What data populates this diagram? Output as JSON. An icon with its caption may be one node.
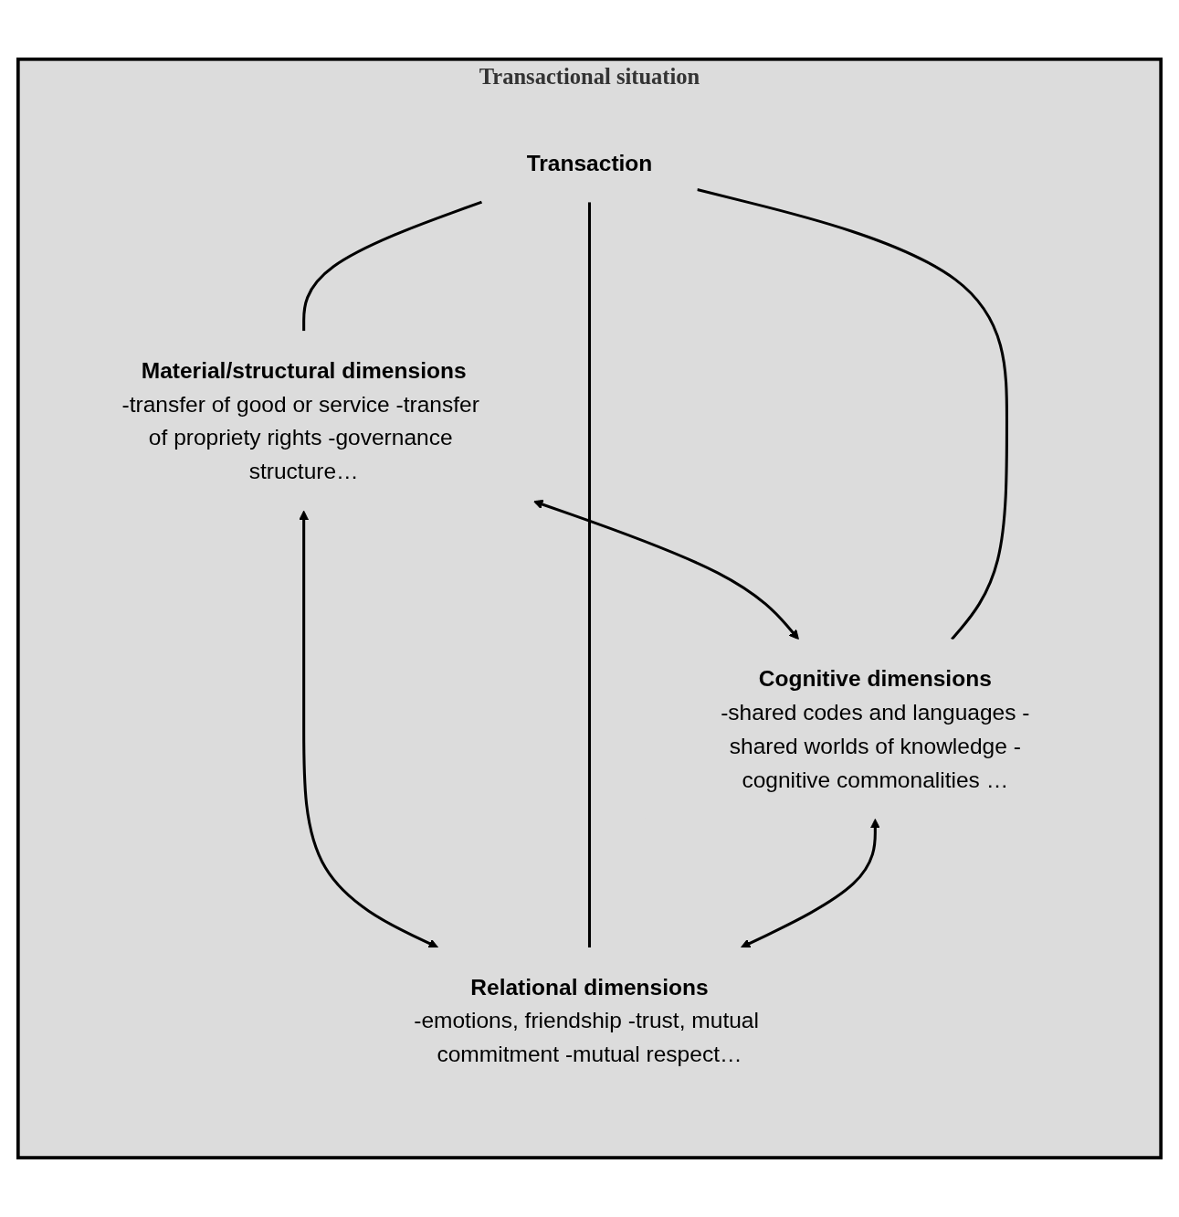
{
  "diagram": {
    "nodes": [
      {
        "text": [
          "Transactional situation"
        ]
      },
      {
        "text": [
          "Material/structural dimensions",
          "-transfer of good or service -transfer of propriety rights -governance structure…"
        ],
        "in": 0
      },
      {
        "text": [
          "Transaction"
        ],
        "in": 0
      },
      {
        "text": [
          "Cognitive dimensions",
          "-shared codes and languages -shared worlds of knowledge -cognitive commonalities …"
        ],
        "in": 0
      },
      {
        "text": [
          "Relational dimensions",
          "-emotions, friendship -trust, mutual commitment -mutual respect…"
        ],
        "in": 0
      }
    ],
    "edges": [
      {
        "from": 1,
        "to": 3,
        "arrow": "both"
      },
      {
        "from": 1,
        "to": 4,
        "arrow": "both"
      },
      {
        "from": 2,
        "to": 1,
        "arrow": "none"
      },
      {
        "from": 2,
        "to": 3,
        "arrow": "none"
      },
      {
        "from": 2,
        "to": 4,
        "arrow": "none"
      },
      {
        "from": 3,
        "to": 4,
        "arrow": "both"
      }
    ]
  }
}
